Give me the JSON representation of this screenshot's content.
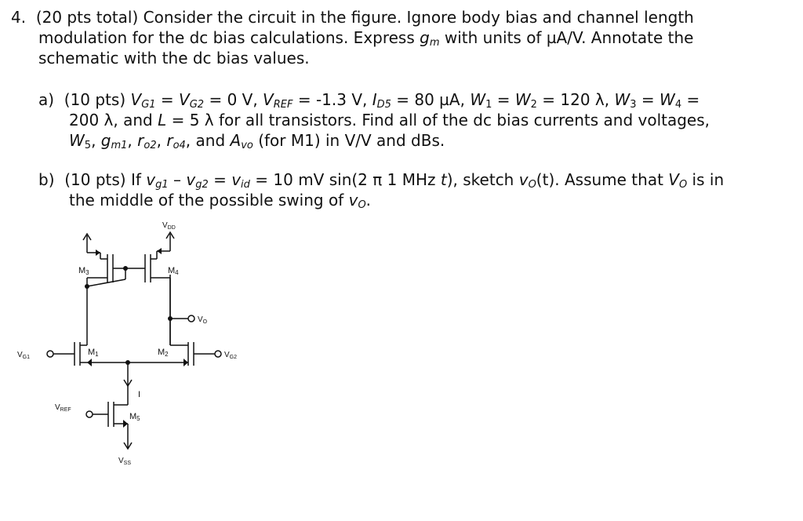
{
  "problem": {
    "number": "4.",
    "intro": [
      "(20 pts total) Consider the circuit in the figure. Ignore body bias and channel length",
      "modulation for the dc bias calculations. Express",
      "with units of µA/V. Annotate the",
      "schematic with the dc bias values."
    ],
    "gm_symbol": "g",
    "gm_sub": "m"
  },
  "part_a": {
    "label": "a)",
    "pts": "(10 pts)",
    "line1": {
      "vg1": "V",
      "vg1_sub": "G1",
      "eq1": " = ",
      "vg2": "V",
      "vg2_sub": "G2",
      "eq2": " = 0 V, ",
      "vref": "V",
      "vref_sub": "REF",
      "eq3": " = -1.3 V, ",
      "id5": "I",
      "id5_sub": "D5",
      "eq4": " = 80 µA, ",
      "w1": "W",
      "w1_sub": "1",
      "eq5": " = ",
      "w2": "W",
      "w2_sub": "2",
      "eq6": " = 120 λ, ",
      "w3": "W",
      "w3_sub": "3",
      "eq7": " = ",
      "w4": "W",
      "w4_sub": "4",
      "eq8": " ="
    },
    "line2": {
      "t1": "200 λ, and ",
      "l": "L",
      "t2": " = 5 λ for all transistors. Find all of the dc bias currents and voltages,"
    },
    "line3": {
      "w5": "W",
      "w5_sub": "5",
      "c1": ", ",
      "gm1": "g",
      "gm1_sub": "m1",
      "c2": ", ",
      "ro2": "r",
      "ro2_sub": "o2",
      "c3": ", ",
      "ro4": "r",
      "ro4_sub": "o4",
      "c4": ", and ",
      "avo": "A",
      "avo_sub": "vo",
      "t": " (for M1) in V/V and dBs."
    }
  },
  "part_b": {
    "label": "b)",
    "pts": "(10 pts) If ",
    "vg1": "v",
    "vg1_sub": "g1",
    "minus": " – ",
    "vg2": "v",
    "vg2_sub": "g2",
    "eq1": " = ",
    "vid": "v",
    "vid_sub": "id",
    "t1": " = 10 mV sin(2 π 1 MHz ",
    "t": "t",
    "t2": "), sketch ",
    "vo": "v",
    "vo_sub": "O",
    "vo_arg": "(t)",
    "t3": ". Assume that ",
    "Vo": "V",
    "Vo_sub": "O",
    "t4": " is in",
    "line2": "the middle of the possible swing of ",
    "vo2": "v",
    "vo2_sub": "O",
    "end": "."
  },
  "schematic": {
    "vdd": "V",
    "vdd_sub": "DD",
    "vss": "V",
    "vss_sub": "SS",
    "m1": "M",
    "m1_sub": "1",
    "m2": "M",
    "m2_sub": "2",
    "m3": "M",
    "m3_sub": "3",
    "m4": "M",
    "m4_sub": "4",
    "m5": "M",
    "m5_sub": "5",
    "vg1": "V",
    "vg1_sub": "G1",
    "vg2": "V",
    "vg2_sub": "G2",
    "vo": "V",
    "vo_sub": "O",
    "vref": "V",
    "vref_sub": "REF",
    "current": "I"
  }
}
